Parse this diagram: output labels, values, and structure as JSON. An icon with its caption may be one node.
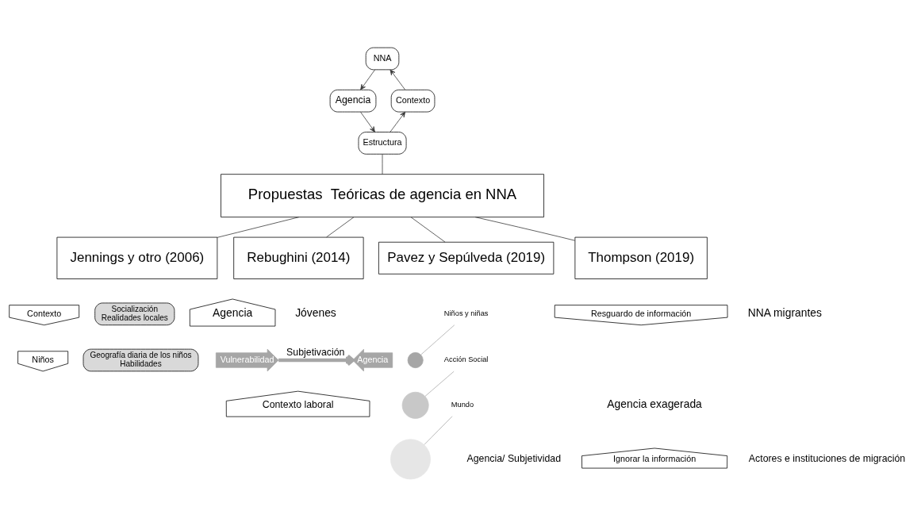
{
  "diagram": {
    "nodes": [
      {
        "text": [
          "NNA"
        ]
      },
      {
        "text": [
          "Contexto"
        ]
      },
      {
        "text": [
          "Agencia"
        ]
      },
      {
        "text": [
          "Estructura"
        ]
      },
      {
        "text": [
          "Propuestas  Teóricas de agencia en NNA"
        ]
      },
      {
        "text": [
          "Jennings y otro (2006)"
        ]
      },
      {
        "text": [
          "Rebughini (2014)"
        ]
      },
      {
        "text": [
          "Pavez y Sepúlveda (2019)"
        ]
      },
      {
        "text": [
          "Thompson (2019)"
        ]
      },
      {
        "text": [
          "Contexto"
        ]
      },
      {
        "text": [
          "Socialización",
          "Realidades locales"
        ]
      },
      {
        "text": [
          "Niños"
        ]
      },
      {
        "text": [
          "Geografía diaria de los niños",
          "Habilidades"
        ]
      },
      {
        "text": [
          "Agencia"
        ]
      },
      {
        "text": [
          "Jóvenes"
        ]
      },
      {
        "text": [
          "Vulnerabilidad"
        ]
      },
      {
        "text": [
          "Agencia"
        ]
      },
      {
        "text": [
          "Contexto laboral"
        ]
      },
      {
        "text": [
          "Agencia/ Subjetividad"
        ]
      },
      {
        "text": [],
        "shape": "circle"
      },
      {
        "text": [],
        "shape": "circle"
      },
      {
        "text": [],
        "shape": "circle"
      },
      {
        "text": [
          "Niños y niñas"
        ]
      },
      {
        "text": [
          "Acción Social"
        ]
      },
      {
        "text": [
          "Mundo"
        ]
      },
      {
        "text": [
          "Resguardo de información"
        ]
      },
      {
        "text": [
          "NNA migrantes"
        ]
      },
      {
        "text": [
          "Agencia exagerada"
        ]
      },
      {
        "text": [
          "Actores e instituciones de migración"
        ]
      },
      {
        "text": [
          "Ignorar la información"
        ]
      }
    ],
    "edges": [
      {
        "from": 1,
        "to": 0,
        "arrow": "to"
      },
      {
        "from": 0,
        "to": 2,
        "arrow": "to"
      },
      {
        "from": 2,
        "to": 3,
        "arrow": "to"
      },
      {
        "from": 3,
        "to": 1,
        "arrow": "to"
      },
      {
        "from": 3,
        "to": 4,
        "arrow": "none"
      },
      {
        "from": 4,
        "to": 5,
        "arrow": "none"
      },
      {
        "from": 4,
        "to": 6,
        "arrow": "none"
      },
      {
        "from": 4,
        "to": 7,
        "arrow": "none"
      },
      {
        "from": 4,
        "to": 8,
        "arrow": "none"
      },
      {
        "from": 15,
        "to": 16,
        "arrow": "to",
        "label": "Subjetivación",
        "style": "thick",
        "color": "#a6a6a6"
      },
      {
        "from": 22,
        "to": 19,
        "arrow": "none",
        "color": "#a6a6a6"
      },
      {
        "from": 23,
        "to": 20,
        "arrow": "none",
        "color": "#a6a6a6"
      },
      {
        "from": 24,
        "to": 21,
        "arrow": "none",
        "color": "#a6a6a6"
      }
    ]
  }
}
